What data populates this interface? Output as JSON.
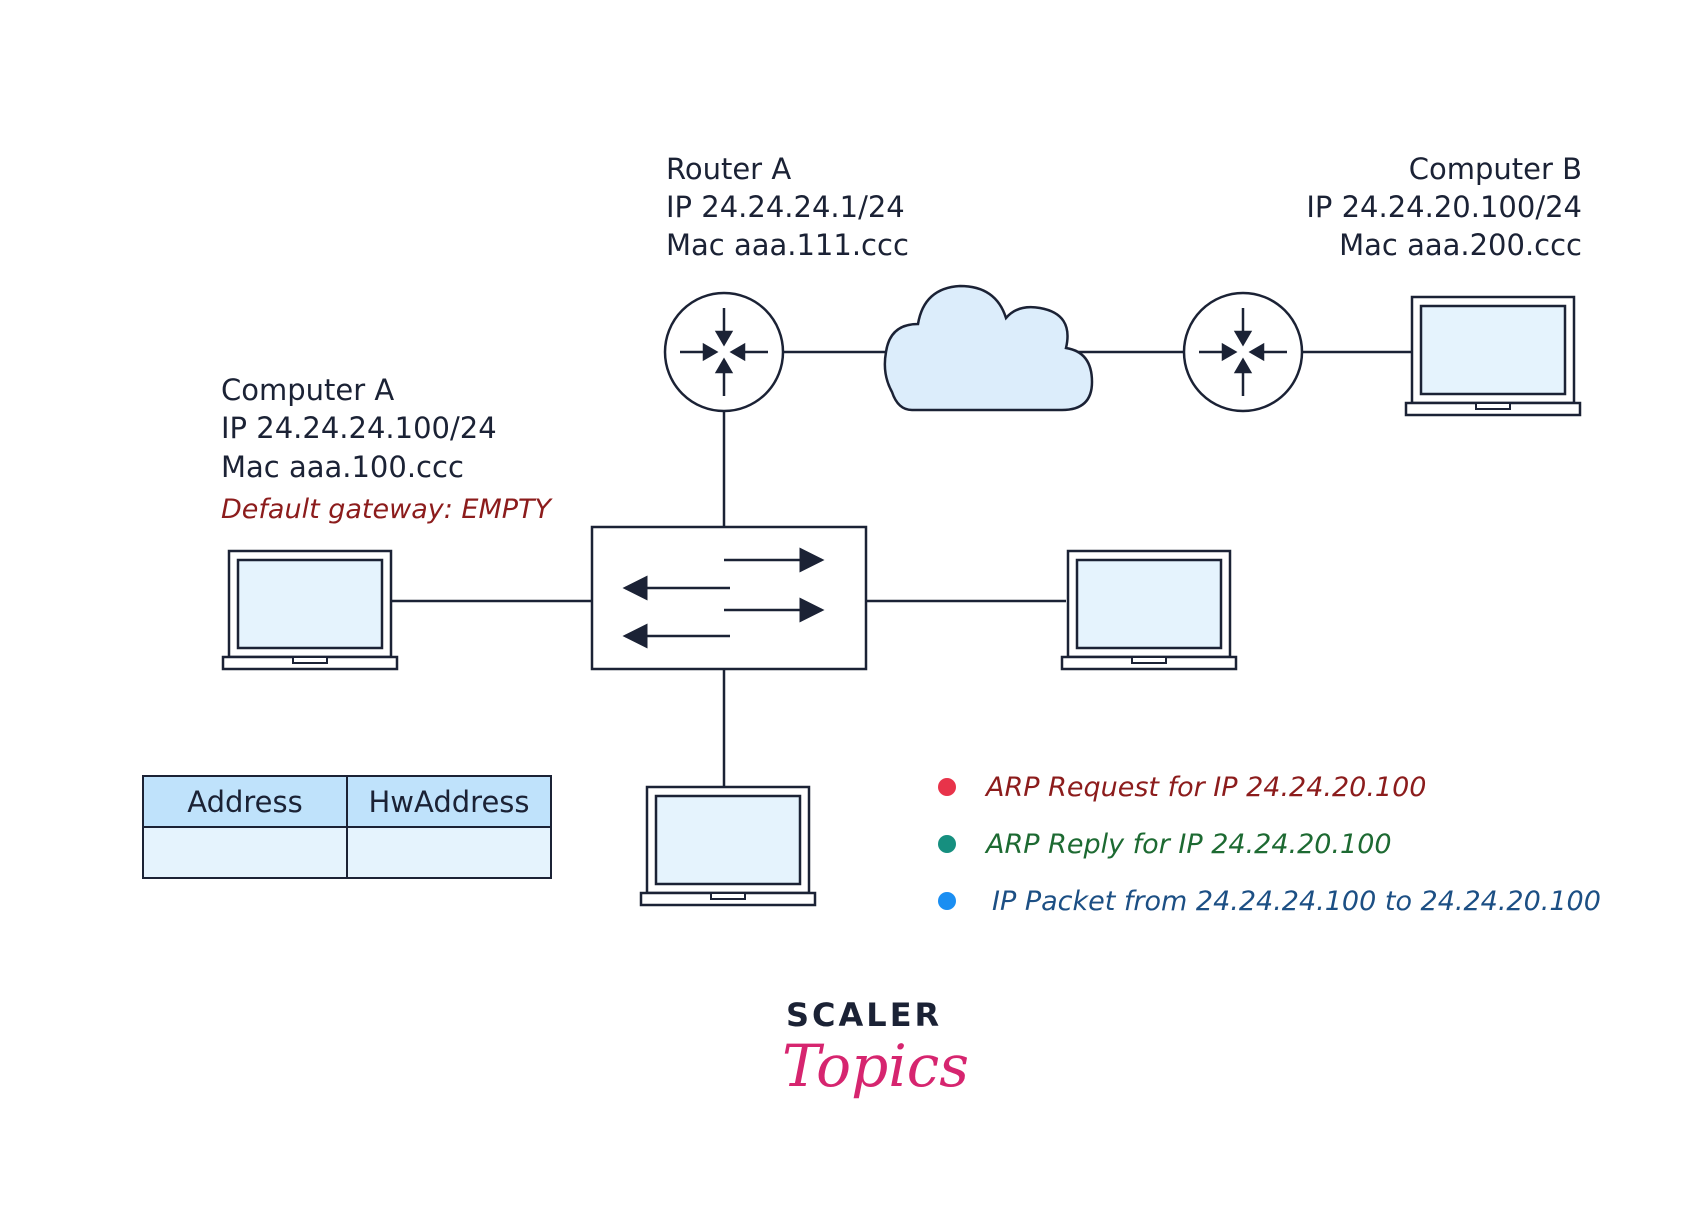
{
  "router_a": {
    "name": "Router A",
    "ip": "IP 24.24.24.1/24",
    "mac": "Mac aaa.111.ccc"
  },
  "computer_a": {
    "name": "Computer A",
    "ip": "IP 24.24.24.100/24",
    "mac": "Mac aaa.100.ccc",
    "gateway": "Default gateway: EMPTY"
  },
  "computer_b": {
    "name": "Computer B",
    "ip": "IP 24.24.20.100/24",
    "mac": "Mac aaa.200.ccc"
  },
  "arp_table": {
    "headers": [
      "Address",
      "HwAddress"
    ],
    "rows": [
      [
        "",
        ""
      ]
    ]
  },
  "legend": [
    {
      "label": "ARP Request for IP 24.24.20.100",
      "dot_color": "#e8334a",
      "text_color": "#8c1c1c"
    },
    {
      "label": "ARP Reply for IP 24.24.20.100",
      "dot_color": "#168f7f",
      "text_color": "#1d6a32"
    },
    {
      "label": "IP Packet from 24.24.24.100 to 24.24.20.100",
      "dot_color": "#1a8ef2",
      "text_color": "#1c4f84"
    }
  ],
  "colors": {
    "ink": "#1b2235",
    "device_fill": "#e5f3fd",
    "cloud_fill": "#dcedfb",
    "gateway_text": "#8c1c1c",
    "brand_pink": "#d6256f"
  },
  "icons": [
    "router-icon",
    "cloud-icon",
    "switch-icon",
    "laptop-icon"
  ],
  "brand": {
    "word": "SCALER",
    "script": "Topics"
  }
}
